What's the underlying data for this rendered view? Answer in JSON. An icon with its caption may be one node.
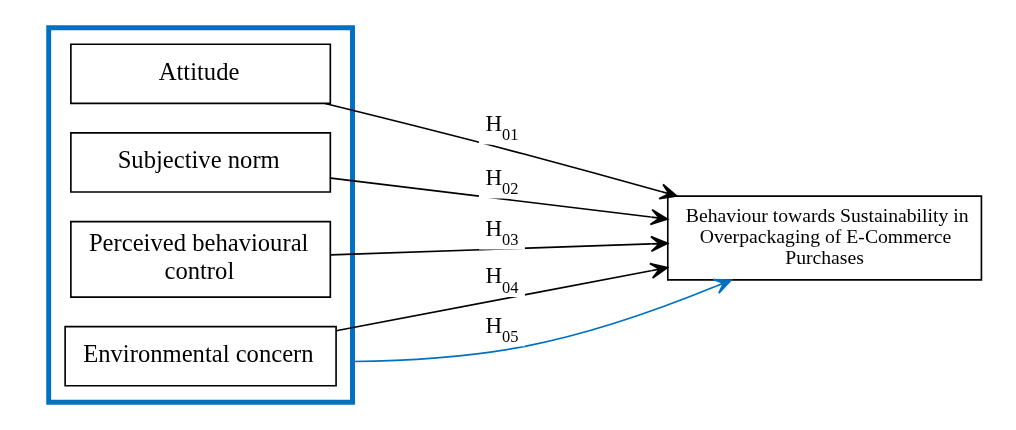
{
  "diagram": {
    "nodes": [
      {
        "text": [],
        "shape": "box"
      },
      {
        "text": [
          "Attitude"
        ],
        "in": 0
      },
      {
        "text": [
          "Subjective norm"
        ],
        "in": 0
      },
      {
        "text": [
          "Perceived behavioural control"
        ],
        "in": 0
      },
      {
        "text": [
          "Environmental concern"
        ],
        "in": 0
      },
      {
        "text": [
          "Behaviour towards Sustainability in Overpackaging of E-Commerce Purchases"
        ]
      }
    ],
    "edges": [
      {
        "from": 1,
        "to": 5,
        "arrow": "to",
        "label": "H$_{01}$"
      },
      {
        "from": 2,
        "to": 5,
        "arrow": "to",
        "label": "H$_{02}$"
      },
      {
        "from": 3,
        "to": 5,
        "arrow": "to",
        "label": "H$_{03}$"
      },
      {
        "from": 4,
        "to": 5,
        "arrow": "to",
        "label": "H$_{04}$"
      },
      {
        "from": 0,
        "to": 5,
        "arrow": "to",
        "label": "H$_{05}$",
        "color": "#0070c0"
      }
    ]
  }
}
